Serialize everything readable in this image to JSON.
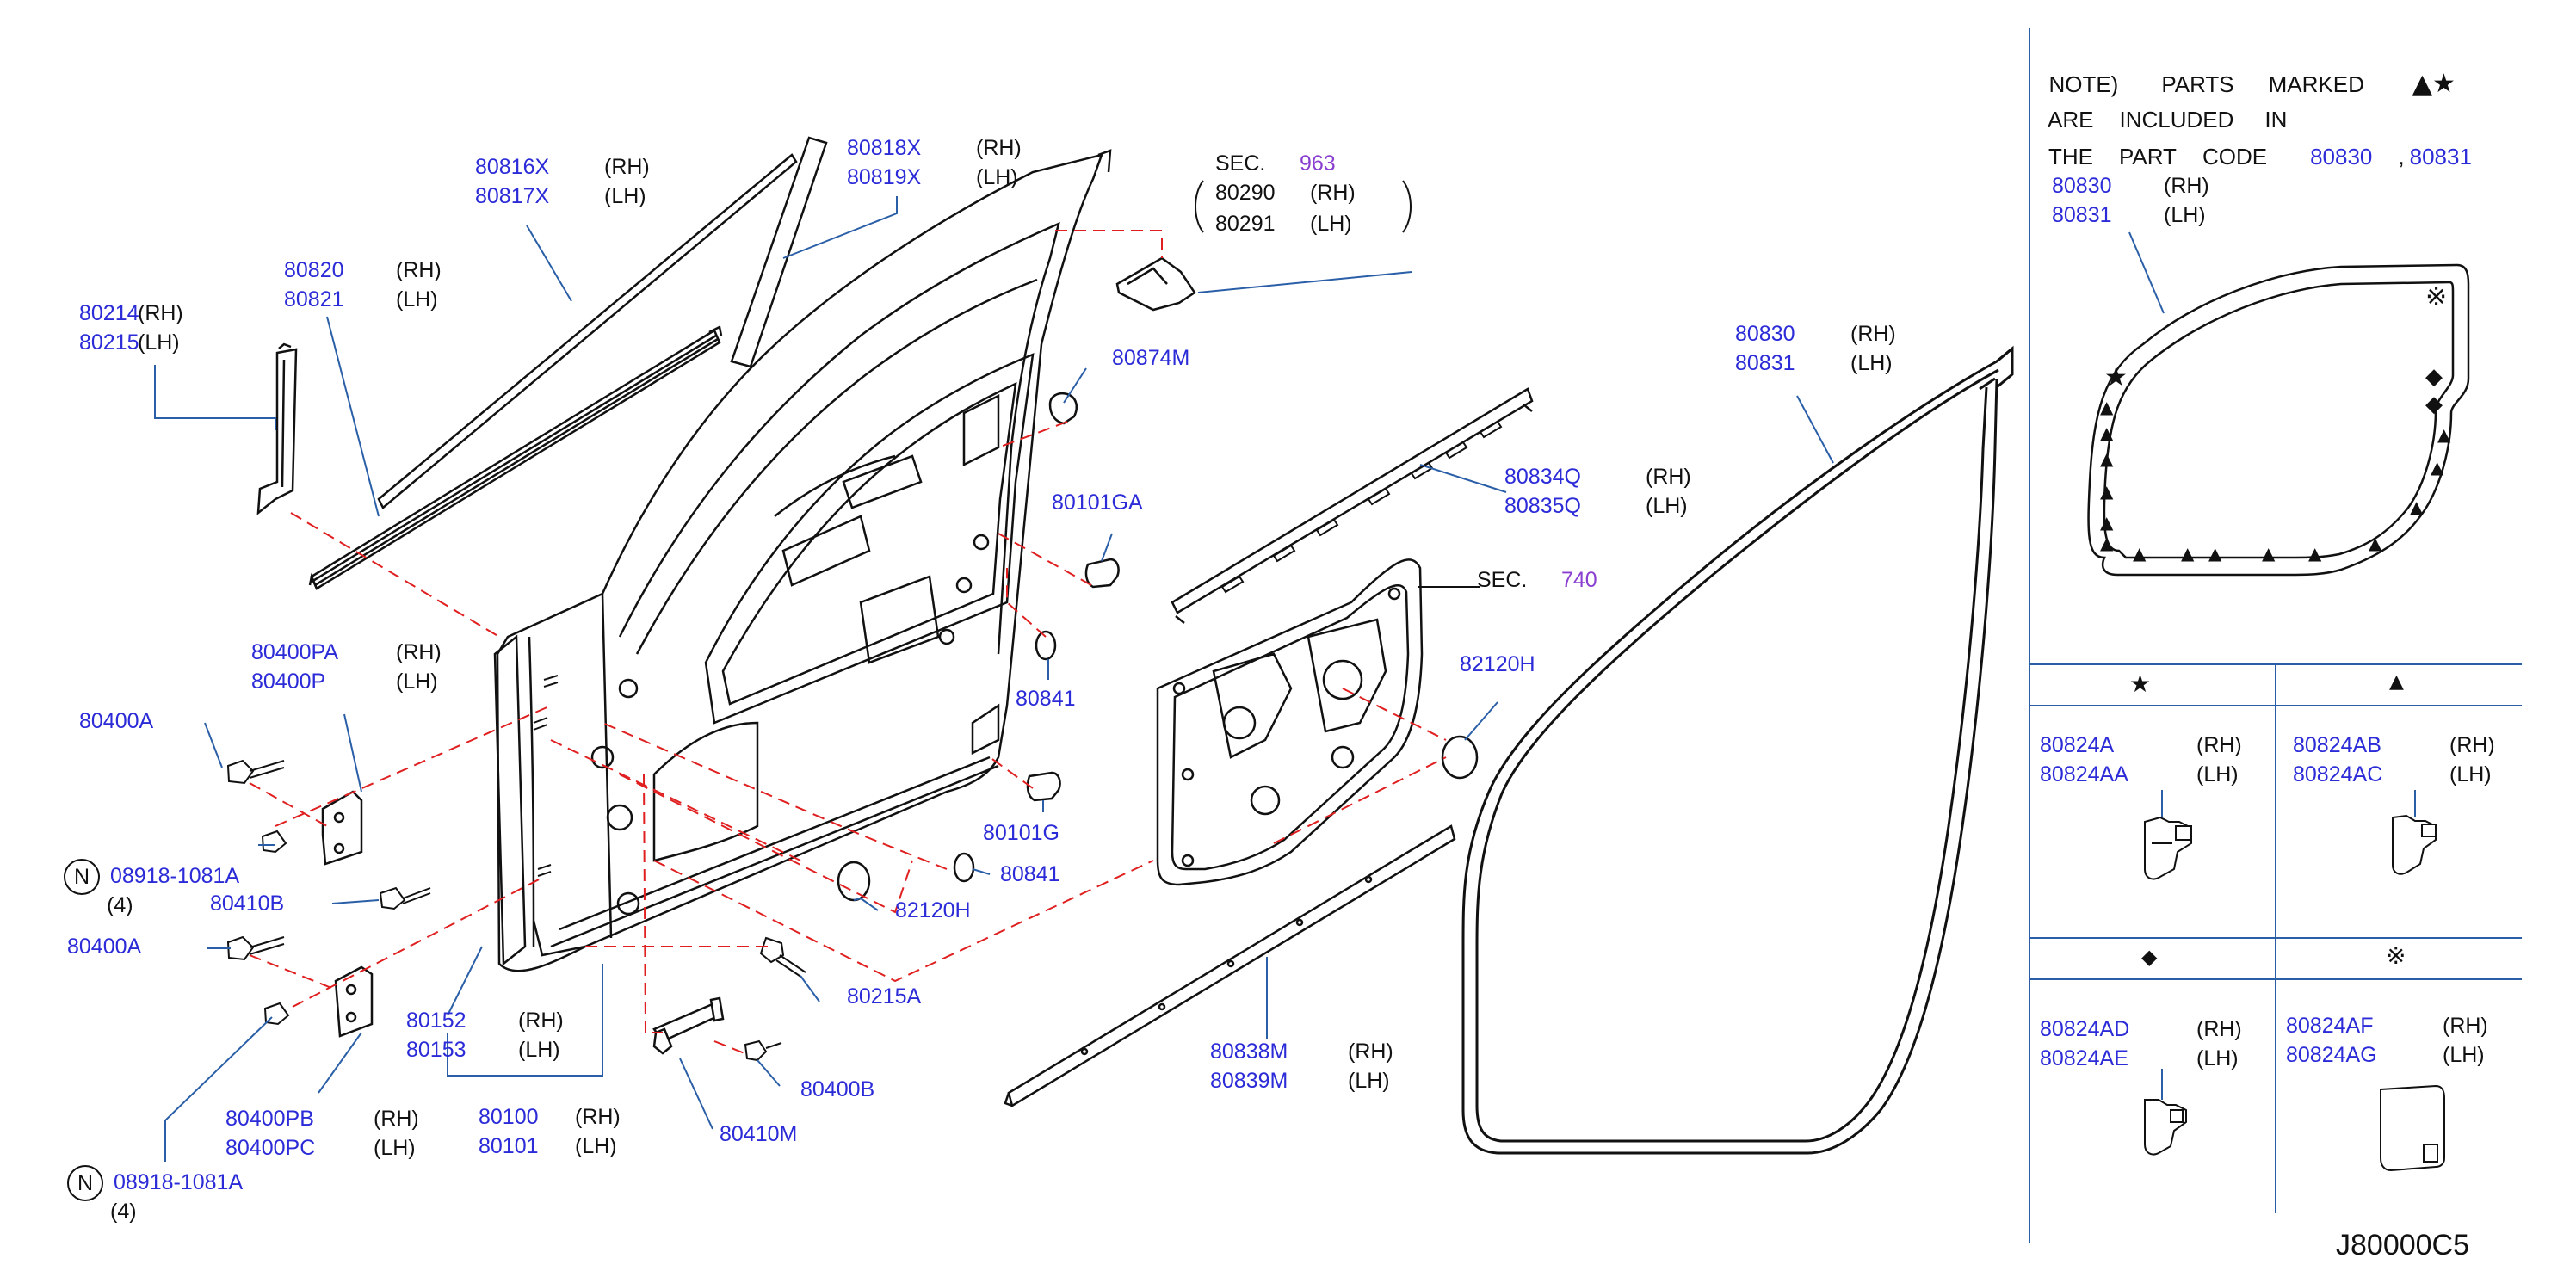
{
  "labels": [
    {
      "id": "l80214",
      "parts": [
        [
          "pn",
          "80214"
        ],
        [
          "sx",
          "(RH)"
        ]
      ]
    },
    {
      "id": "l80215",
      "parts": [
        [
          "pn",
          "80215"
        ],
        [
          "sx",
          "(LH)"
        ]
      ]
    },
    {
      "id": "l80820",
      "parts": [
        [
          "pn",
          "80820"
        ],
        [
          "sx",
          "(RH)"
        ]
      ]
    },
    {
      "id": "l80821",
      "parts": [
        [
          "pn",
          "80821"
        ],
        [
          "sx",
          "(LH)"
        ]
      ]
    },
    {
      "id": "l80816X",
      "parts": [
        [
          "pn",
          "80816X"
        ],
        [
          "sx",
          "(RH)"
        ]
      ]
    },
    {
      "id": "l80817X",
      "parts": [
        [
          "pn",
          "80817X"
        ],
        [
          "sx",
          "(LH)"
        ]
      ]
    },
    {
      "id": "l80818X",
      "parts": [
        [
          "pn",
          "80818X"
        ],
        [
          "sx",
          "(RH)"
        ]
      ]
    },
    {
      "id": "l80819X",
      "parts": [
        [
          "pn",
          "80819X"
        ],
        [
          "sx",
          "(LH)"
        ]
      ]
    },
    {
      "id": "lsec963",
      "parts": [
        [
          "blk",
          "SEC."
        ],
        [
          "sec",
          "963"
        ]
      ]
    },
    {
      "id": "l80290",
      "parts": [
        [
          "blk",
          "80290"
        ],
        [
          "sx",
          "(RH)"
        ]
      ]
    },
    {
      "id": "l80291",
      "parts": [
        [
          "blk",
          "80291"
        ],
        [
          "sx",
          "(LH)"
        ]
      ]
    },
    {
      "id": "l80874M",
      "parts": [
        [
          "pn",
          "80874M"
        ]
      ]
    },
    {
      "id": "l80101GA",
      "parts": [
        [
          "pn",
          "80101GA"
        ]
      ]
    },
    {
      "id": "l80834Q",
      "parts": [
        [
          "pn",
          "80834Q"
        ],
        [
          "sx",
          "(RH)"
        ]
      ]
    },
    {
      "id": "l80835Q",
      "parts": [
        [
          "pn",
          "80835Q"
        ],
        [
          "sx",
          "(LH)"
        ]
      ]
    },
    {
      "id": "lsec740",
      "parts": [
        [
          "blk",
          "SEC."
        ],
        [
          "sec",
          "740"
        ]
      ]
    },
    {
      "id": "l80830b",
      "parts": [
        [
          "pn",
          "80830"
        ],
        [
          "sx",
          "(RH)"
        ]
      ]
    },
    {
      "id": "l80831b",
      "parts": [
        [
          "pn",
          "80831"
        ],
        [
          "sx",
          "(LH)"
        ]
      ]
    },
    {
      "id": "l82120Ha",
      "parts": [
        [
          "pn",
          "82120H"
        ]
      ]
    },
    {
      "id": "l80841a",
      "parts": [
        [
          "pn",
          "80841"
        ]
      ]
    },
    {
      "id": "l80101G",
      "parts": [
        [
          "pn",
          "80101G"
        ]
      ]
    },
    {
      "id": "l80841b",
      "parts": [
        [
          "pn",
          "80841"
        ]
      ]
    },
    {
      "id": "l82120Hb",
      "parts": [
        [
          "pn",
          "82120H"
        ]
      ]
    },
    {
      "id": "l80400PA",
      "parts": [
        [
          "pn",
          "80400PA"
        ],
        [
          "sx",
          "(RH)"
        ]
      ]
    },
    {
      "id": "l80400P",
      "parts": [
        [
          "pn",
          "80400P"
        ],
        [
          "sx",
          "(LH)"
        ]
      ]
    },
    {
      "id": "l80400Aa",
      "parts": [
        [
          "pn",
          "80400A"
        ]
      ]
    },
    {
      "id": "l08918a",
      "parts": [
        [
          "pn",
          "08918-1081A"
        ]
      ]
    },
    {
      "id": "l4a",
      "parts": [
        [
          "blk",
          "(4)"
        ]
      ]
    },
    {
      "id": "l80410B",
      "parts": [
        [
          "pn",
          "80410B"
        ]
      ]
    },
    {
      "id": "l80400Ab",
      "parts": [
        [
          "pn",
          "80400A"
        ]
      ]
    },
    {
      "id": "l80152",
      "parts": [
        [
          "pn",
          "80152"
        ],
        [
          "sx",
          "(RH)"
        ]
      ]
    },
    {
      "id": "l80153",
      "parts": [
        [
          "pn",
          "80153"
        ],
        [
          "sx",
          "(LH)"
        ]
      ]
    },
    {
      "id": "l80215A",
      "parts": [
        [
          "pn",
          "80215A"
        ]
      ]
    },
    {
      "id": "l80400PB",
      "parts": [
        [
          "pn",
          "80400PB"
        ],
        [
          "sx",
          "(RH)"
        ]
      ]
    },
    {
      "id": "l80400PC",
      "parts": [
        [
          "pn",
          "80400PC"
        ],
        [
          "sx",
          "(LH)"
        ]
      ]
    },
    {
      "id": "l80100",
      "parts": [
        [
          "pn",
          "80100"
        ],
        [
          "sx",
          "(RH)"
        ]
      ]
    },
    {
      "id": "l80101",
      "parts": [
        [
          "pn",
          "80101"
        ],
        [
          "sx",
          "(LH)"
        ]
      ]
    },
    {
      "id": "l80400B",
      "parts": [
        [
          "pn",
          "80400B"
        ]
      ]
    },
    {
      "id": "l80410M",
      "parts": [
        [
          "pn",
          "80410M"
        ]
      ]
    },
    {
      "id": "l08918b",
      "parts": [
        [
          "pn",
          "08918-1081A"
        ]
      ]
    },
    {
      "id": "l4b",
      "parts": [
        [
          "blk",
          "(4)"
        ]
      ]
    },
    {
      "id": "l80838M",
      "parts": [
        [
          "pn",
          "80838M"
        ],
        [
          "sx",
          "(RH)"
        ]
      ]
    },
    {
      "id": "l80839M",
      "parts": [
        [
          "pn",
          "80839M"
        ],
        [
          "sx",
          "(LH)"
        ]
      ]
    },
    {
      "id": "l80830i",
      "parts": [
        [
          "pn",
          "80830"
        ],
        [
          "sx",
          "(RH)"
        ]
      ]
    },
    {
      "id": "l80831i",
      "parts": [
        [
          "pn",
          "80831"
        ],
        [
          "sx",
          "(LH)"
        ]
      ]
    },
    {
      "id": "l80824A",
      "parts": [
        [
          "pn",
          "80824A"
        ],
        [
          "sx",
          "(RH)"
        ]
      ]
    },
    {
      "id": "l80824AA",
      "parts": [
        [
          "pn",
          "80824AA"
        ],
        [
          "sx",
          "(LH)"
        ]
      ]
    },
    {
      "id": "l80824AB",
      "parts": [
        [
          "pn",
          "80824AB"
        ],
        [
          "sx",
          "(RH)"
        ]
      ]
    },
    {
      "id": "l80824AC",
      "parts": [
        [
          "pn",
          "80824AC"
        ],
        [
          "sx",
          "(LH)"
        ]
      ]
    },
    {
      "id": "l80824AD",
      "parts": [
        [
          "pn",
          "80824AD"
        ],
        [
          "sx",
          "(RH)"
        ]
      ]
    },
    {
      "id": "l80824AE",
      "parts": [
        [
          "pn",
          "80824AE"
        ],
        [
          "sx",
          "(LH)"
        ]
      ]
    },
    {
      "id": "l80824AF",
      "parts": [
        [
          "pn",
          "80824AF"
        ],
        [
          "sx",
          "(RH)"
        ]
      ]
    },
    {
      "id": "l80824AG",
      "parts": [
        [
          "pn",
          "80824AG"
        ],
        [
          "sx",
          "(LH)"
        ]
      ]
    }
  ],
  "note": {
    "line1_words": [
      "NOTE)",
      "PARTS",
      "MARKED"
    ],
    "line1_symbols": "▲★",
    "line2_words": [
      "ARE",
      "INCLUDED",
      "IN"
    ],
    "line3_words": [
      "THE",
      "PART",
      "CODE"
    ],
    "code_a": "80830",
    "separator": ",",
    "code_b": "80831"
  },
  "circle_letter": "N",
  "symbols": {
    "star": "★",
    "triangle": "▲",
    "diamond": "◆",
    "asterism": "※"
  },
  "diagram_code": "J80000C5",
  "colors": {
    "part_number": "#2b2bd8",
    "section_ref": "#8a3fd0",
    "text": "#111111",
    "leader_dash": "#e02020",
    "line": "#2a5fa8"
  }
}
